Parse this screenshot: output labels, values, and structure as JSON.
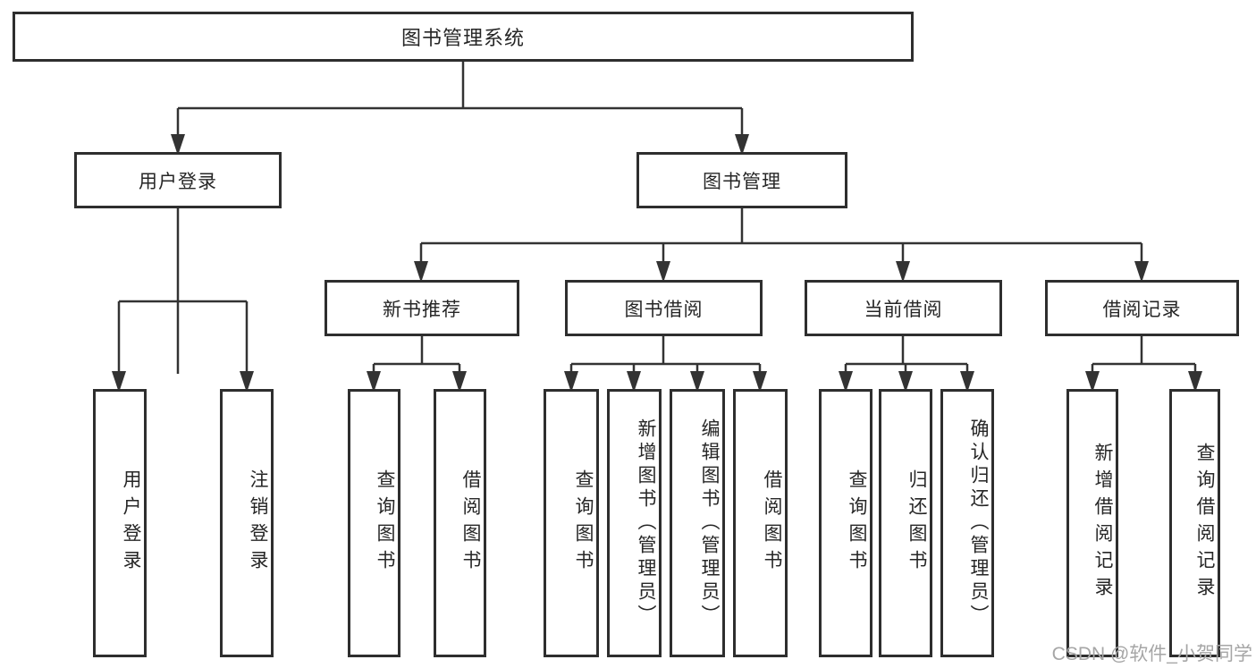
{
  "tree": {
    "root": {
      "label": "图书管理系统"
    },
    "branches": [
      {
        "label": "用户登录",
        "leaves": [
          "用户登录",
          "注销登录"
        ]
      },
      {
        "label": "图书管理",
        "groups": [
          {
            "label": "新书推荐",
            "leaves": [
              "查询图书",
              "借阅图书"
            ]
          },
          {
            "label": "图书借阅",
            "leaves": [
              "查询图书",
              "新增图书（管理员）",
              "编辑图书（管理员）",
              "借阅图书"
            ]
          },
          {
            "label": "当前借阅",
            "leaves": [
              "查询图书",
              "归还图书",
              "确认归还（管理员）"
            ]
          },
          {
            "label": "借阅记录",
            "leaves": [
              "新增借阅记录",
              "查询借阅记录"
            ]
          }
        ]
      }
    ]
  },
  "watermark": {
    "text": "CSDN @软件_小贺同学"
  },
  "colors": {
    "line": "#333333",
    "box_border": "#2e2e2e",
    "text": "#262626",
    "watermark": "#a6a6a6",
    "background": "#ffffff"
  }
}
